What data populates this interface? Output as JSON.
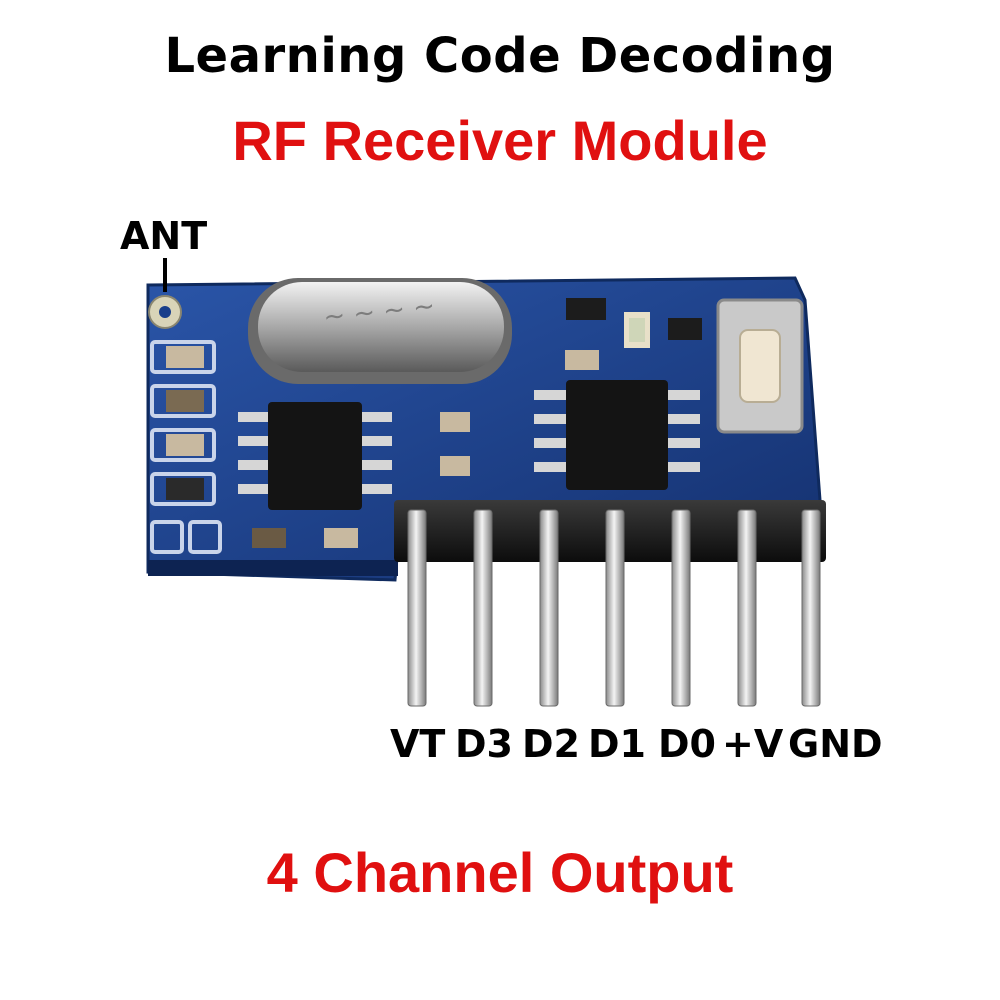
{
  "header": {
    "line1": "Learning Code Decoding",
    "line2": "RF Receiver Module"
  },
  "antenna": {
    "label": "ANT"
  },
  "pins": [
    {
      "label": "VT"
    },
    {
      "label": "D3"
    },
    {
      "label": "D2"
    },
    {
      "label": "D1"
    },
    {
      "label": "D0"
    },
    {
      "label": "+V"
    },
    {
      "label": "GND"
    }
  ],
  "footer": {
    "title": "4 Channel Output"
  },
  "colors": {
    "title_black": "#000000",
    "title_red": "#e01010",
    "pcb_blue": "#1a3f8a",
    "pad_silver": "#d8d8d8"
  }
}
